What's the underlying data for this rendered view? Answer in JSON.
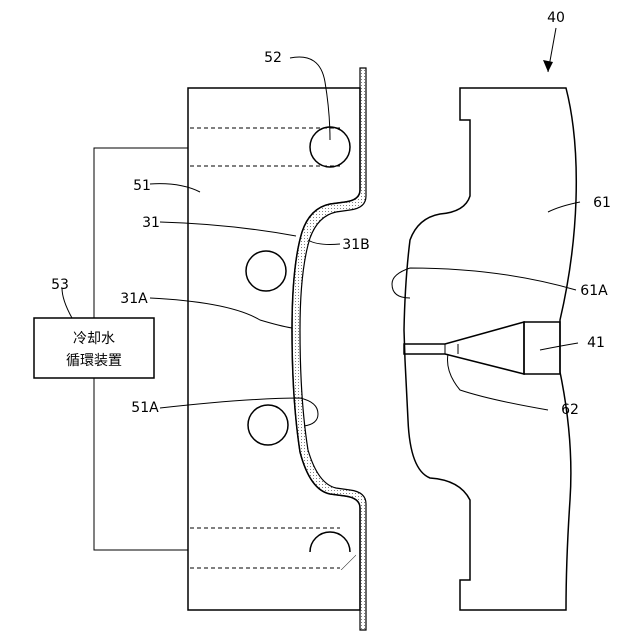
{
  "labels": {
    "assembly": "40",
    "mold_first": "51",
    "mold_first_surface": "51A",
    "cooling_channel": "52",
    "cooling_unit": "53",
    "sheet": "31",
    "sheet_inner": "31A",
    "sheet_outer": "31B",
    "gate_part": "41",
    "mold_second": "61",
    "mold_second_surface": "61A",
    "runner": "62"
  },
  "cooling_unit_text": [
    "冷却水",
    "循環装置"
  ]
}
